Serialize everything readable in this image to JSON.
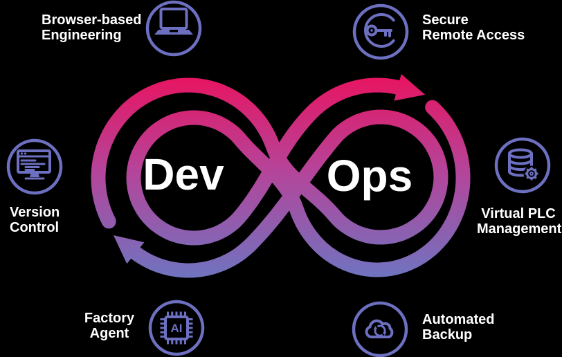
{
  "diagram_title": "DevOps infinity loop",
  "colors": {
    "background": "#000000",
    "label_text": "#ffffff",
    "icon_accent": "#6d70c1",
    "gradient_top": "#e9135f",
    "gradient_mid": "#b4459a",
    "gradient_bottom": "#6f74c0"
  },
  "center": {
    "dev_label": "Dev",
    "ops_label": "Ops"
  },
  "features": [
    {
      "id": "browser-based-engineering",
      "line1": "Browser-based",
      "line2": "Engineering",
      "icon": "laptop-icon"
    },
    {
      "id": "secure-remote-access",
      "line1": "Secure",
      "line2": "Remote Access",
      "icon": "key-rotate-icon"
    },
    {
      "id": "version-control",
      "line1": "Version",
      "line2": "Control",
      "icon": "monitor-code-icon"
    },
    {
      "id": "virtual-plc-management",
      "line1": "Virtual PLC",
      "line2": "Management",
      "icon": "database-gear-icon"
    },
    {
      "id": "factory-agent",
      "line1": "Factory",
      "line2": "Agent",
      "icon": "ai-chip-icon",
      "chip_label": "AI"
    },
    {
      "id": "automated-backup",
      "line1": "Automated",
      "line2": "Backup",
      "icon": "cloud-sync-icon"
    }
  ]
}
